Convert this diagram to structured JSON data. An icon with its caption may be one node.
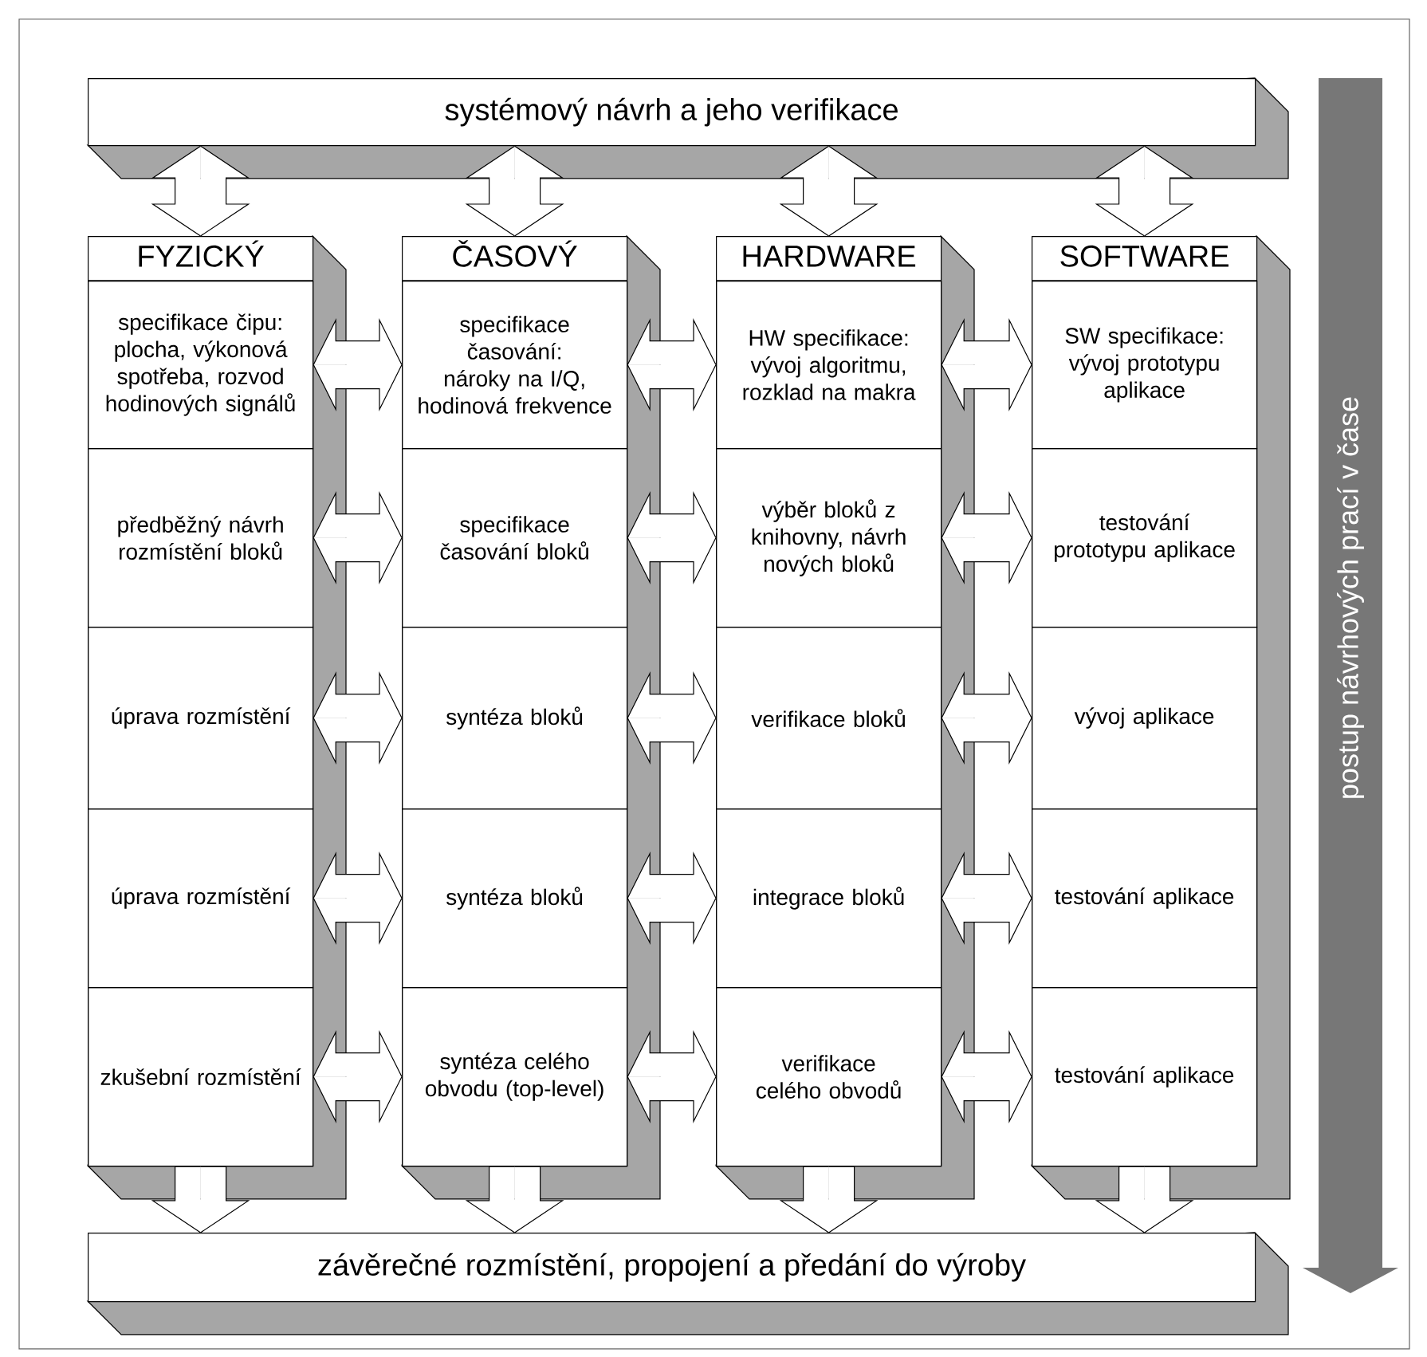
{
  "diagram": {
    "nodes": [
      {
        "text": [
          "systémový návrh a jeho verifikace"
        ]
      },
      {
        "text": [
          "FYZICKÝ"
        ]
      },
      {
        "text": [
          "specifikace čipu: plocha, výkonová spotřeba, rozvod hodinových signálů"
        ],
        "in": 1
      },
      {
        "text": [
          "předběžný návrh rozmístění bloků"
        ],
        "in": 1
      },
      {
        "text": [
          "úprava rozmístění"
        ],
        "in": 1
      },
      {
        "text": [
          "úprava rozmístění"
        ],
        "in": 1
      },
      {
        "text": [
          "zkušební rozmístění"
        ],
        "in": 1
      },
      {
        "text": [
          "ČASOVÝ"
        ]
      },
      {
        "text": [
          "specifikace časování: nároky na I/Q, hodinová frekvence"
        ],
        "in": 7
      },
      {
        "text": [
          "specifikace časování bloků"
        ],
        "in": 7
      },
      {
        "text": [
          "syntéza bloků"
        ],
        "in": 7
      },
      {
        "text": [
          "syntéza bloků"
        ],
        "in": 7
      },
      {
        "text": [
          "syntéza celého obvodu (top-level)"
        ],
        "in": 7
      },
      {
        "text": [
          "HARDWARE"
        ]
      },
      {
        "text": [
          "HW specifikace: vývoj algoritmu, rozklad na makra"
        ],
        "in": 13
      },
      {
        "text": [
          "výběr bloků z knihovny, návrh nových bloků"
        ],
        "in": 13
      },
      {
        "text": [
          "verifikace bloků"
        ],
        "in": 13
      },
      {
        "text": [
          "integrace bloků"
        ],
        "in": 13
      },
      {
        "text": [
          "verifikace celého obvodů"
        ],
        "in": 13
      },
      {
        "text": [
          "SOFTWARE"
        ]
      },
      {
        "text": [
          "SW specifikace: vývoj prototypu aplikace"
        ],
        "in": 19
      },
      {
        "text": [
          "testování prototypu aplikace"
        ],
        "in": 19
      },
      {
        "text": [
          "vývoj aplikace"
        ],
        "in": 19
      },
      {
        "text": [
          "testování aplikace"
        ],
        "in": 19
      },
      {
        "text": [
          "testování aplikace"
        ],
        "in": 19
      },
      {
        "text": [
          "závěrečné rozmístění, propojení a předání do výroby"
        ]
      },
      {
        "text": [
          "postup návrhových prací v čase"
        ]
      }
    ],
    "edges": [
      {
        "from": 0,
        "to": 1,
        "arrow": "both"
      },
      {
        "from": 0,
        "to": 7,
        "arrow": "both"
      },
      {
        "from": 0,
        "to": 13,
        "arrow": "both"
      },
      {
        "from": 0,
        "to": 19,
        "arrow": "both"
      },
      {
        "from": 2,
        "to": 8,
        "arrow": "both"
      },
      {
        "from": 8,
        "to": 14,
        "arrow": "both"
      },
      {
        "from": 14,
        "to": 20,
        "arrow": "both"
      },
      {
        "from": 3,
        "to": 9,
        "arrow": "both"
      },
      {
        "from": 9,
        "to": 15,
        "arrow": "both"
      },
      {
        "from": 15,
        "to": 21,
        "arrow": "both"
      },
      {
        "from": 4,
        "to": 10,
        "arrow": "both"
      },
      {
        "from": 10,
        "to": 16,
        "arrow": "both"
      },
      {
        "from": 16,
        "to": 22,
        "arrow": "both"
      },
      {
        "from": 5,
        "to": 11,
        "arrow": "both"
      },
      {
        "from": 11,
        "to": 17,
        "arrow": "both"
      },
      {
        "from": 17,
        "to": 23,
        "arrow": "both"
      },
      {
        "from": 6,
        "to": 12,
        "arrow": "both"
      },
      {
        "from": 12,
        "to": 18,
        "arrow": "both"
      },
      {
        "from": 18,
        "to": 24,
        "arrow": "both"
      },
      {
        "from": 1,
        "to": 25,
        "arrow": "to"
      },
      {
        "from": 7,
        "to": 25,
        "arrow": "to"
      },
      {
        "from": 13,
        "to": 25,
        "arrow": "to"
      },
      {
        "from": 19,
        "to": 25,
        "arrow": "to"
      }
    ]
  }
}
